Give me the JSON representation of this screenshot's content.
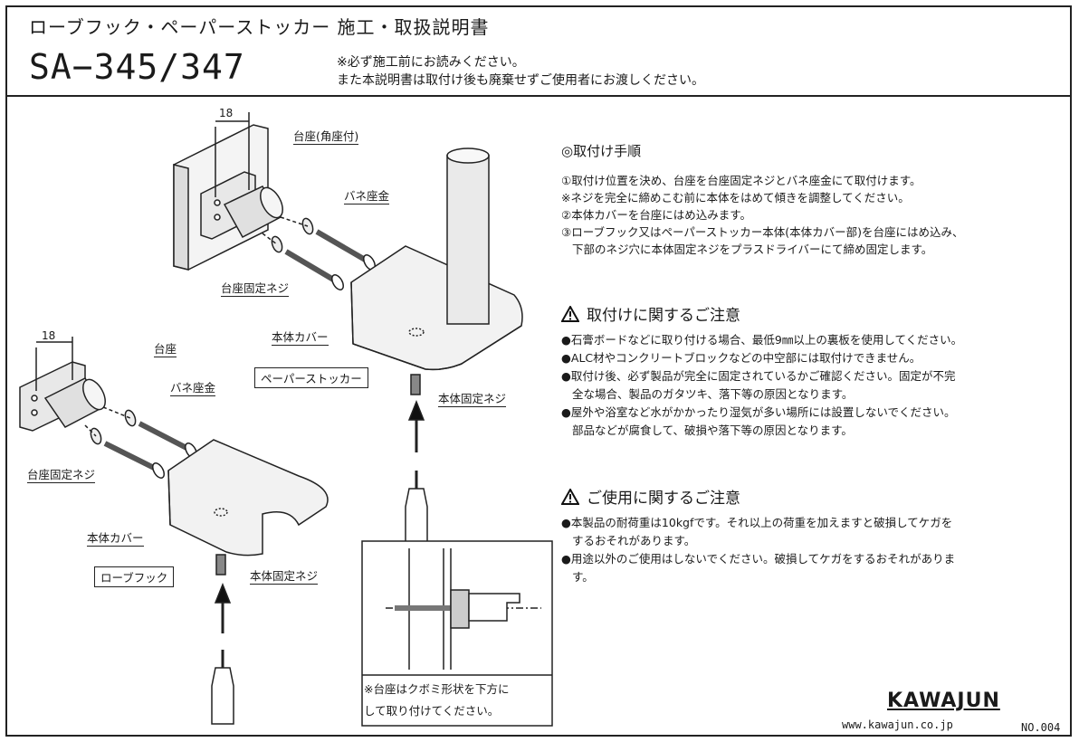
{
  "header": {
    "title": "ローブフック・ペーパーストッカー 施工・取扱説明書",
    "model": "SA−345/347",
    "note_line1": "※必ず施工前にお読みください。",
    "note_line2": "また本説明書は取付け後も廃棄せずご使用者にお渡しください。"
  },
  "diagram": {
    "stocker_dim": "18",
    "stocker_base_label": "台座(角座付)",
    "stocker_spring_label": "バネ座金",
    "stocker_screw_label": "台座固定ネジ",
    "stocker_cover_label": "本体カバー",
    "stocker_name": "ペーパーストッカー",
    "stocker_body_screw_label": "本体固定ネジ",
    "hook_dim": "18",
    "hook_base_label": "台座",
    "hook_spring_label": "バネ座金",
    "hook_screw_label": "台座固定ネジ",
    "hook_cover_label": "本体カバー",
    "hook_name": "ローブフック",
    "hook_body_screw_label": "本体固定ネジ",
    "inset_caption_line1": "※台座はクボミ形状を下方に",
    "inset_caption_line2": "して取り付けてください。"
  },
  "instructions": {
    "heading": "◎取付け手順",
    "steps": [
      "①取付け位置を決め、台座を台座固定ネジとバネ座金にて取付けます。",
      "※ネジを完全に締めこむ前に本体をはめて傾きを調整してください。",
      "②本体カバーを台座にはめ込みます。",
      "③ローブフック又はペーパーストッカー本体(本体カバー部)を台座にはめ込み、",
      "下部のネジ穴に本体固定ネジをプラスドライバーにて締め固定します。"
    ]
  },
  "install_caution": {
    "heading": "取付けに関するご注意",
    "items": [
      "●石膏ボードなどに取り付ける場合、最低9㎜以上の裏板を使用してください。",
      "●ALC材やコンクリートブロックなどの中空部には取付けできません。",
      "●取付け後、必ず製品が完全に固定されているかご確認ください。固定が不完",
      "全な場合、製品のガタツキ、落下等の原因となります。",
      "●屋外や浴室など水がかかったり湿気が多い場所には設置しないでください。",
      "部品などが腐食して、破損や落下等の原因となります。"
    ]
  },
  "use_caution": {
    "heading": "ご使用に関するご注意",
    "items": [
      "●本製品の耐荷重は10kgfです。それ以上の荷重を加えますと破損してケガを",
      "するおそれがあります。",
      "●用途以外のご使用はしないでください。破損してケガをするおそれがありま",
      "す。"
    ]
  },
  "footer": {
    "logo": "KAWAJUN",
    "url": "www.kawajun.co.jp",
    "doc_number": "NO.004"
  },
  "icons": [
    "warning-triangle-icon",
    "screwdriver-icon",
    "arrow-up-icon",
    "screw-icon",
    "spring-washer-icon"
  ]
}
